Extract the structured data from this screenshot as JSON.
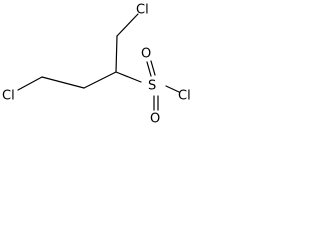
{
  "molecule": {
    "labels": {
      "cl_left": "Cl",
      "cl_top": "Cl",
      "s": "S",
      "o_left": "O",
      "o_right": "O",
      "cl_sulfonyl": "Cl"
    }
  }
}
